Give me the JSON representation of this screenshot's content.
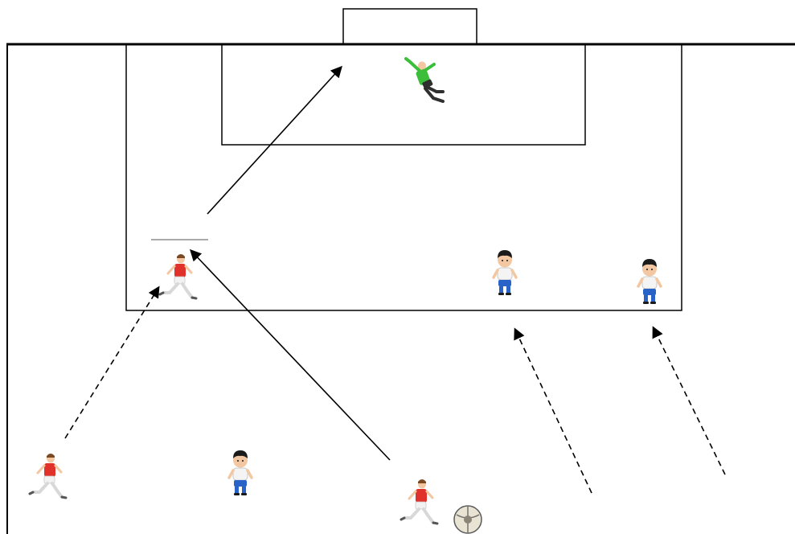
{
  "diagram": {
    "description_labels": [],
    "colors": {
      "line": "#000000",
      "attacker_shirt": "#e0312a",
      "attacker_shorts": "#f2f2f2",
      "defender_shirt": "#f4f4f4",
      "defender_shorts": "#2a63c8",
      "keeper_shirt": "#3bbf3b",
      "keeper_shorts": "#2f2f2f",
      "skin": "#f2c7a1",
      "hair": "#1b1b1b"
    },
    "players": {
      "attackers": 3,
      "defenders": 3,
      "goalkeepers": 1
    },
    "moves": [
      {
        "kind": "pass",
        "style": "solid"
      },
      {
        "kind": "shot",
        "style": "solid"
      },
      {
        "kind": "run",
        "style": "dashed"
      },
      {
        "kind": "run",
        "style": "dashed"
      },
      {
        "kind": "run",
        "style": "dashed"
      }
    ]
  }
}
